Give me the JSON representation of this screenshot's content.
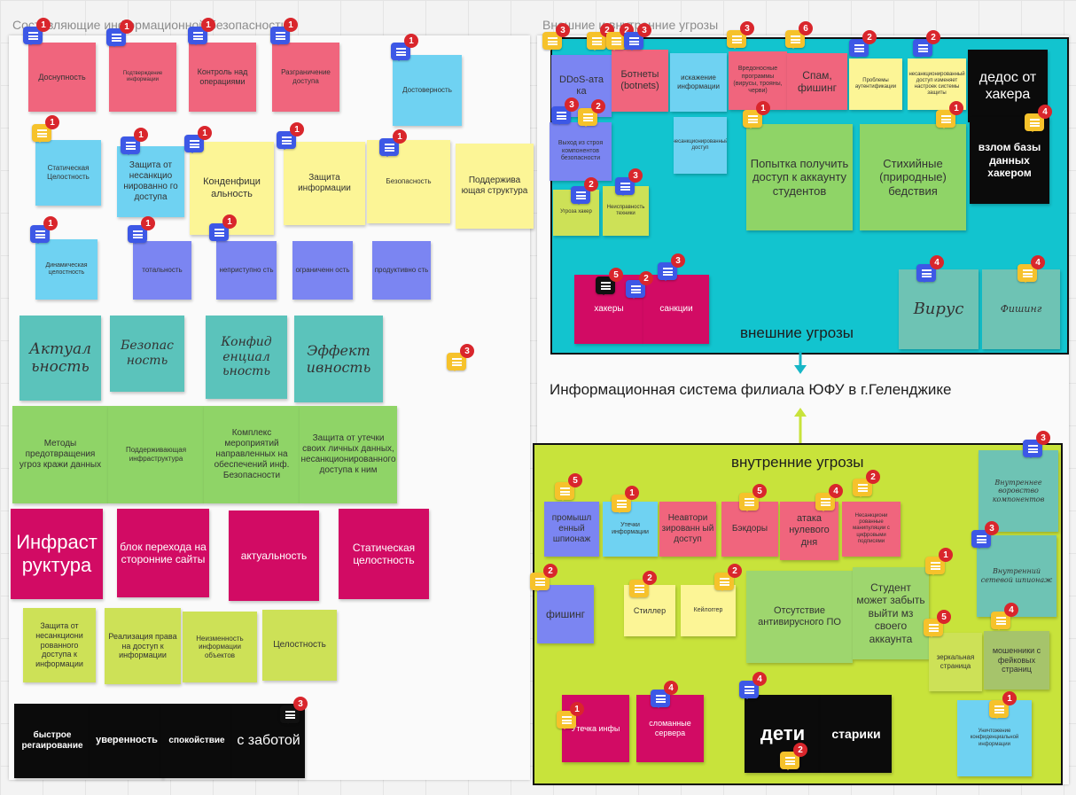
{
  "board": {
    "left_frame_title": "Составляющие информационной безопасности",
    "right_frame_title": "Внешние и внутренние угрозы",
    "system_title": "Информационная система филиала ЮФУ в г.Геленджике",
    "external_zone_label": "внешние угрозы",
    "internal_zone_label": "внутренние угрозы"
  },
  "colors": {
    "red": "#f0657d",
    "blue": "#7b85f2",
    "yellow": "#fcf596",
    "cyan": "#6fd2f2",
    "teal": "#5bc3bb",
    "green": "#8fd467",
    "magenta": "#d20b64",
    "lime": "#cde157",
    "black": "#0b0b0b",
    "external_bg": "#12c4cf",
    "internal_bg": "#c8e33b"
  },
  "notes": {
    "n1": "Доснупность",
    "n2": "Подтверждение информации",
    "n3": "Контроль над операциями",
    "n4": "Разграничение доступа",
    "n5": "Достоверность",
    "n6": "Статическая Целостность",
    "n7": "Защита от несанкцио нированно го доступа",
    "n8": "Конденфици альность",
    "n9": "Защита информации",
    "n10": "Безопасность",
    "n11": "Поддержива ющая структура",
    "n12": "Динамическая целостность",
    "n13": "тотальность",
    "n14": "неприступно сть",
    "n15": "ограниченн ость",
    "n16": "продуктивно сть",
    "n17": "Актуал ьность",
    "n18": "Безопас ность",
    "n19": "Конфид енциал ьность",
    "n20": "Эффект ивность",
    "n21": "Методы предотвращения угроз кражи данных",
    "n22": "Поддерживающая инфраструктура",
    "n23": "Комплекс мероприятий направленных на обеспечений инф. Безопасности",
    "n24": "Защита от утечки своих личных данных, несанкционированного доступа к ним",
    "n25": "Инфраст руктура",
    "n26": "блок перехода на сторонние сайты",
    "n27": "актуальность",
    "n28": "Статическая целостность",
    "n29": "Защита от несанкциони рованного доступа к информации",
    "n30": "Реализация права на доступ к информации",
    "n31": "Неизменность информации объектов",
    "n32": "Целостность",
    "n33": "быстрое регаирование",
    "n34": "уверенность",
    "n35": "спокойствие",
    "n36": "с заботой",
    "e1": "DDoS-ата ка",
    "e2": "Ботнеты (botnets)",
    "e3": "искажение информации",
    "e4": "Вредоносные программы (вирусы, трояны, черви)",
    "e5": "Спам, фишинг",
    "e6": "Проблемы аутентификации",
    "e7": "несанкционированный доступ изменяет настроек системы защиты",
    "e8": "дедос от хакера",
    "e9": "Выход из строя компонентов безопасности",
    "e10": "несанкционированный доступ",
    "e11": "Попытка получить доступ к аккаунту студентов",
    "e12": "Стихийные (природные) бедствия",
    "e13": "взлом базы данных хакером",
    "e14": "Угроза хакер",
    "e15": "Неисправность техники",
    "e16": "хакеры",
    "e17": "санкции",
    "e18": "Вирус",
    "e19": "Фишинг",
    "i1": "промышл енный шпионаж",
    "i2": "Утечки информации",
    "i3": "Неавтори зированн ый доступ",
    "i4": "Бэкдоры",
    "i5": "атака нулевого дня",
    "i6": "Несанкциони рованные манипуляции с цифровыми подписями",
    "i7": "Внутреннее воровство компонентов",
    "i8": "фишинг",
    "i9": "Стиллер",
    "i10": "Кейлоггер",
    "i11": "Отсутствие антивирусного ПО",
    "i12": "Студент может забыть выйти мз своего аккаунта",
    "i13": "Внутренний сетевой шпионаж",
    "i14": "зеркальная страница",
    "i15": "мошенники с фейковых страниц",
    "i16": "Утечка инфы",
    "i17": "сломанные сервера",
    "i18": "дети",
    "i19": "старики",
    "i20": "Уничтожение конфиденциальной информации"
  },
  "comments": [
    {
      "icon": "comment-icon",
      "color": "blue",
      "count": "1"
    },
    {
      "icon": "comment-icon",
      "color": "blue",
      "count": "1"
    },
    {
      "icon": "comment-icon",
      "color": "blue",
      "count": "1"
    },
    {
      "icon": "comment-icon",
      "color": "blue",
      "count": "1"
    },
    {
      "icon": "comment-icon",
      "color": "blue",
      "count": "1"
    },
    {
      "icon": "comment-icon",
      "color": "yellow",
      "count": "1"
    },
    {
      "icon": "comment-icon",
      "color": "blue",
      "count": "1"
    },
    {
      "icon": "comment-icon",
      "color": "blue",
      "count": "1"
    },
    {
      "icon": "comment-icon",
      "color": "blue",
      "count": "1"
    },
    {
      "icon": "comment-icon",
      "color": "blue",
      "count": "1"
    },
    {
      "icon": "comment-icon",
      "color": "blue",
      "count": "1"
    },
    {
      "icon": "comment-icon",
      "color": "blue",
      "count": "1"
    },
    {
      "icon": "comment-icon",
      "color": "blue",
      "count": "1"
    },
    {
      "icon": "comment-icon",
      "color": "yellow",
      "count": "3"
    },
    {
      "icon": "comment-icon",
      "color": "black",
      "count": "3"
    },
    {
      "icon": "comment-icon",
      "color": "yellow",
      "count": "3"
    },
    {
      "icon": "comment-icon",
      "color": "yellow",
      "count": "2"
    },
    {
      "icon": "comment-icon",
      "color": "yellow",
      "count": "2"
    },
    {
      "icon": "comment-icon",
      "color": "blue",
      "count": "3"
    },
    {
      "icon": "comment-icon",
      "color": "yellow",
      "count": "3"
    },
    {
      "icon": "comment-icon",
      "color": "yellow",
      "count": "6"
    },
    {
      "icon": "comment-icon",
      "color": "blue",
      "count": "2"
    },
    {
      "icon": "comment-icon",
      "color": "blue",
      "count": "2"
    },
    {
      "icon": "comment-icon",
      "color": "blue",
      "count": "3"
    },
    {
      "icon": "comment-icon",
      "color": "yellow",
      "count": "2"
    },
    {
      "icon": "comment-icon",
      "color": "yellow",
      "count": "1"
    },
    {
      "icon": "comment-icon",
      "color": "yellow",
      "count": "1"
    },
    {
      "icon": "comment-icon",
      "color": "yellow",
      "count": "4"
    },
    {
      "icon": "comment-icon",
      "color": "blue",
      "count": "3"
    },
    {
      "icon": "comment-icon",
      "color": "blue",
      "count": "2"
    },
    {
      "icon": "comment-icon",
      "color": "black",
      "count": "5"
    },
    {
      "icon": "comment-icon",
      "color": "blue",
      "count": "2"
    },
    {
      "icon": "comment-icon",
      "color": "blue",
      "count": "3"
    },
    {
      "icon": "comment-icon",
      "color": "blue",
      "count": "4"
    },
    {
      "icon": "comment-icon",
      "color": "yellow",
      "count": "4"
    },
    {
      "icon": "comment-icon",
      "color": "blue",
      "count": "3"
    },
    {
      "icon": "comment-icon",
      "color": "yellow",
      "count": "5"
    },
    {
      "icon": "comment-icon",
      "color": "yellow",
      "count": "1"
    },
    {
      "icon": "comment-icon",
      "color": "yellow",
      "count": "5"
    },
    {
      "icon": "comment-icon",
      "color": "yellow",
      "count": "4"
    },
    {
      "icon": "comment-icon",
      "color": "yellow",
      "count": "2"
    },
    {
      "icon": "comment-icon",
      "color": "blue",
      "count": "3"
    },
    {
      "icon": "comment-icon",
      "color": "yellow",
      "count": "2"
    },
    {
      "icon": "comment-icon",
      "color": "yellow",
      "count": "2"
    },
    {
      "icon": "comment-icon",
      "color": "yellow",
      "count": "2"
    },
    {
      "icon": "comment-icon",
      "color": "yellow",
      "count": "1"
    },
    {
      "icon": "comment-icon",
      "color": "yellow",
      "count": "5"
    },
    {
      "icon": "comment-icon",
      "color": "yellow",
      "count": "4"
    },
    {
      "icon": "comment-icon",
      "color": "yellow",
      "count": "1"
    },
    {
      "icon": "comment-icon",
      "color": "blue",
      "count": "4"
    },
    {
      "icon": "comment-icon",
      "color": "blue",
      "count": "4"
    },
    {
      "icon": "comment-icon",
      "color": "yellow",
      "count": "2"
    },
    {
      "icon": "comment-icon",
      "color": "yellow",
      "count": "1"
    }
  ]
}
